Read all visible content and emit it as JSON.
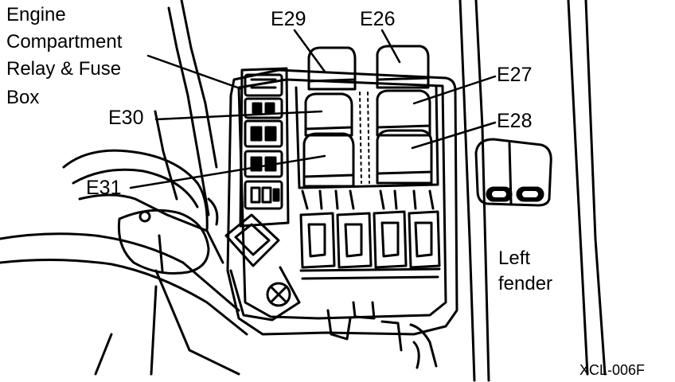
{
  "labels": {
    "fuse_box_title": [
      "Engine",
      "Compartment",
      "Relay & Fuse",
      "Box"
    ],
    "e29": "E29",
    "e26": "E26",
    "e27": "E27",
    "e28": "E28",
    "e30": "E30",
    "e31": "E31",
    "left_fender": [
      "Left",
      "fender"
    ],
    "figure_code": "XCL-006F"
  },
  "colors": {
    "ink": "#000000",
    "paper": "#ffffff"
  }
}
